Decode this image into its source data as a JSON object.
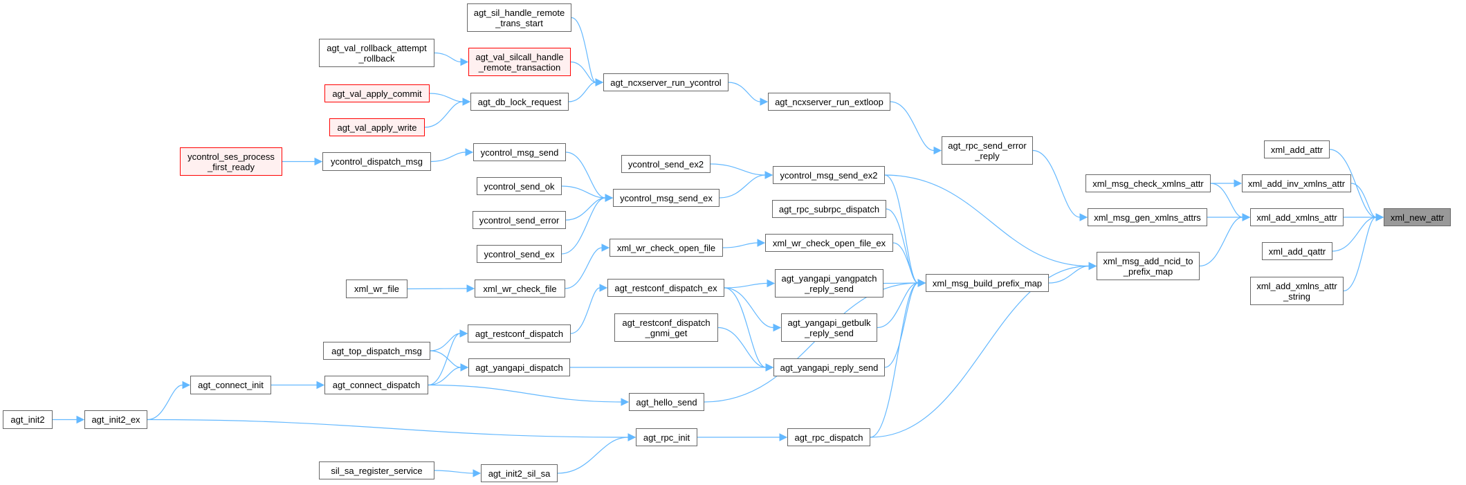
{
  "graph": {
    "type": "caller-graph",
    "focus_node": "xml_new_attr",
    "colors": {
      "edge": "#63b8ff",
      "node_border": "#666666",
      "node_fill": "#ffffff",
      "incomplete_border": "#ff0000",
      "incomplete_fill": "#fff0f0",
      "focus_fill": "#999999"
    },
    "nodes": {
      "agt_init2": {
        "label": "agt_init2",
        "style": "normal"
      },
      "agt_init2_ex": {
        "label": "agt_init2_ex",
        "style": "normal"
      },
      "agt_connect_init": {
        "label": "agt_connect_init",
        "style": "normal"
      },
      "ycontrol_ses_process_first_ready": {
        "label": "ycontrol_ses_process\n_first_ready",
        "style": "red"
      },
      "agt_val_rollback_attempt_rollback": {
        "label": "agt_val_rollback_attempt\n_rollback",
        "style": "normal"
      },
      "agt_val_apply_commit": {
        "label": "agt_val_apply_commit",
        "style": "red"
      },
      "agt_val_apply_write": {
        "label": "agt_val_apply_write",
        "style": "red"
      },
      "ycontrol_dispatch_msg": {
        "label": "ycontrol_dispatch_msg",
        "style": "normal"
      },
      "xml_wr_file": {
        "label": "xml_wr_file",
        "style": "normal"
      },
      "agt_top_dispatch_msg": {
        "label": "agt_top_dispatch_msg",
        "style": "normal"
      },
      "agt_connect_dispatch": {
        "label": "agt_connect_dispatch",
        "style": "normal"
      },
      "sil_sa_register_service": {
        "label": "sil_sa_register_service",
        "style": "normal"
      },
      "agt_sil_handle_remote_trans_start": {
        "label": "agt_sil_handle_remote\n_trans_start",
        "style": "normal"
      },
      "agt_val_silcall_handle_remote_transaction": {
        "label": "agt_val_silcall_handle\n_remote_transaction",
        "style": "red"
      },
      "agt_db_lock_request": {
        "label": "agt_db_lock_request",
        "style": "normal"
      },
      "ycontrol_msg_send": {
        "label": "ycontrol_msg_send",
        "style": "normal"
      },
      "ycontrol_send_ok": {
        "label": "ycontrol_send_ok",
        "style": "normal"
      },
      "ycontrol_send_error": {
        "label": "ycontrol_send_error",
        "style": "normal"
      },
      "ycontrol_send_ex": {
        "label": "ycontrol_send_ex",
        "style": "normal"
      },
      "xml_wr_check_file": {
        "label": "xml_wr_check_file",
        "style": "normal"
      },
      "agt_restconf_dispatch": {
        "label": "agt_restconf_dispatch",
        "style": "normal"
      },
      "agt_yangapi_dispatch": {
        "label": "agt_yangapi_dispatch",
        "style": "normal"
      },
      "agt_init2_sil_sa": {
        "label": "agt_init2_sil_sa",
        "style": "normal"
      },
      "agt_ncxserver_run_ycontrol": {
        "label": "agt_ncxserver_run_ycontrol",
        "style": "normal"
      },
      "ycontrol_msg_send_ex": {
        "label": "ycontrol_msg_send_ex",
        "style": "normal"
      },
      "ycontrol_send_ex2": {
        "label": "ycontrol_send_ex2",
        "style": "normal"
      },
      "xml_wr_check_open_file": {
        "label": "xml_wr_check_open_file",
        "style": "normal"
      },
      "agt_restconf_dispatch_ex": {
        "label": "agt_restconf_dispatch_ex",
        "style": "normal"
      },
      "agt_restconf_dispatch_gnmi_get": {
        "label": "agt_restconf_dispatch\n_gnmi_get",
        "style": "normal"
      },
      "agt_hello_send": {
        "label": "agt_hello_send",
        "style": "normal"
      },
      "agt_rpc_init": {
        "label": "agt_rpc_init",
        "style": "normal"
      },
      "agt_ncxserver_run_extloop": {
        "label": "agt_ncxserver_run_extloop",
        "style": "normal"
      },
      "ycontrol_msg_send_ex2": {
        "label": "ycontrol_msg_send_ex2",
        "style": "normal"
      },
      "agt_rpc_subrpc_dispatch": {
        "label": "agt_rpc_subrpc_dispatch",
        "style": "normal"
      },
      "xml_wr_check_open_file_ex": {
        "label": "xml_wr_check_open_file_ex",
        "style": "normal"
      },
      "agt_yangapi_yangpatch_reply_send": {
        "label": "agt_yangapi_yangpatch\n_reply_send",
        "style": "normal"
      },
      "agt_yangapi_getbulk_reply_send": {
        "label": "agt_yangapi_getbulk\n_reply_send",
        "style": "normal"
      },
      "agt_yangapi_reply_send": {
        "label": "agt_yangapi_reply_send",
        "style": "normal"
      },
      "agt_rpc_dispatch": {
        "label": "agt_rpc_dispatch",
        "style": "normal"
      },
      "agt_rpc_send_error_reply": {
        "label": "agt_rpc_send_error\n_reply",
        "style": "normal"
      },
      "xml_msg_build_prefix_map": {
        "label": "xml_msg_build_prefix_map",
        "style": "normal"
      },
      "xml_msg_check_xmlns_attr": {
        "label": "xml_msg_check_xmlns_attr",
        "style": "normal"
      },
      "xml_msg_gen_xmlns_attrs": {
        "label": "xml_msg_gen_xmlns_attrs",
        "style": "normal"
      },
      "xml_msg_add_ncid_to_prefix_map": {
        "label": "xml_msg_add_ncid_to\n_prefix_map",
        "style": "normal"
      },
      "xml_add_attr": {
        "label": "xml_add_attr",
        "style": "normal"
      },
      "xml_add_inv_xmlns_attr": {
        "label": "xml_add_inv_xmlns_attr",
        "style": "normal"
      },
      "xml_add_xmlns_attr": {
        "label": "xml_add_xmlns_attr",
        "style": "normal"
      },
      "xml_add_qattr": {
        "label": "xml_add_qattr",
        "style": "normal"
      },
      "xml_add_xmlns_attr_string": {
        "label": "xml_add_xmlns_attr\n_string",
        "style": "normal"
      },
      "xml_new_attr": {
        "label": "xml_new_attr",
        "style": "focus"
      }
    },
    "edges": [
      [
        "agt_init2",
        "agt_init2_ex"
      ],
      [
        "agt_init2_ex",
        "agt_connect_init"
      ],
      [
        "agt_init2_ex",
        "agt_rpc_init"
      ],
      [
        "agt_connect_init",
        "agt_connect_dispatch"
      ],
      [
        "ycontrol_ses_process_first_ready",
        "ycontrol_dispatch_msg"
      ],
      [
        "agt_val_rollback_attempt_rollback",
        "agt_val_silcall_handle_remote_transaction"
      ],
      [
        "agt_val_apply_commit",
        "agt_db_lock_request"
      ],
      [
        "agt_val_apply_write",
        "agt_db_lock_request"
      ],
      [
        "ycontrol_dispatch_msg",
        "ycontrol_msg_send"
      ],
      [
        "xml_wr_file",
        "xml_wr_check_file"
      ],
      [
        "agt_top_dispatch_msg",
        "agt_restconf_dispatch"
      ],
      [
        "agt_top_dispatch_msg",
        "agt_yangapi_dispatch"
      ],
      [
        "agt_connect_dispatch",
        "agt_restconf_dispatch"
      ],
      [
        "agt_connect_dispatch",
        "agt_yangapi_dispatch"
      ],
      [
        "agt_connect_dispatch",
        "agt_hello_send"
      ],
      [
        "sil_sa_register_service",
        "agt_init2_sil_sa"
      ],
      [
        "agt_sil_handle_remote_trans_start",
        "agt_ncxserver_run_ycontrol"
      ],
      [
        "agt_val_silcall_handle_remote_transaction",
        "agt_ncxserver_run_ycontrol"
      ],
      [
        "agt_db_lock_request",
        "agt_ncxserver_run_ycontrol"
      ],
      [
        "ycontrol_msg_send",
        "ycontrol_msg_send_ex"
      ],
      [
        "ycontrol_send_ok",
        "ycontrol_msg_send_ex"
      ],
      [
        "ycontrol_send_error",
        "ycontrol_msg_send_ex"
      ],
      [
        "ycontrol_send_ex",
        "ycontrol_msg_send_ex"
      ],
      [
        "xml_wr_check_file",
        "xml_wr_check_open_file"
      ],
      [
        "agt_restconf_dispatch",
        "agt_restconf_dispatch_ex"
      ],
      [
        "agt_yangapi_dispatch",
        "agt_yangapi_reply_send"
      ],
      [
        "agt_init2_sil_sa",
        "agt_rpc_init"
      ],
      [
        "agt_ncxserver_run_ycontrol",
        "agt_ncxserver_run_extloop"
      ],
      [
        "ycontrol_msg_send_ex",
        "ycontrol_msg_send_ex2"
      ],
      [
        "ycontrol_send_ex2",
        "ycontrol_msg_send_ex2"
      ],
      [
        "xml_wr_check_open_file",
        "xml_wr_check_open_file_ex"
      ],
      [
        "agt_restconf_dispatch_ex",
        "agt_yangapi_yangpatch_reply_send"
      ],
      [
        "agt_restconf_dispatch_ex",
        "agt_yangapi_getbulk_reply_send"
      ],
      [
        "agt_restconf_dispatch_ex",
        "agt_yangapi_reply_send"
      ],
      [
        "agt_restconf_dispatch_gnmi_get",
        "agt_yangapi_reply_send"
      ],
      [
        "agt_hello_send",
        "xml_msg_build_prefix_map"
      ],
      [
        "agt_rpc_init",
        "agt_rpc_dispatch"
      ],
      [
        "agt_ncxserver_run_extloop",
        "agt_rpc_send_error_reply"
      ],
      [
        "ycontrol_msg_send_ex2",
        "xml_msg_build_prefix_map"
      ],
      [
        "ycontrol_msg_send_ex2",
        "xml_msg_add_ncid_to_prefix_map"
      ],
      [
        "agt_rpc_subrpc_dispatch",
        "xml_msg_build_prefix_map"
      ],
      [
        "xml_wr_check_open_file_ex",
        "xml_msg_build_prefix_map"
      ],
      [
        "agt_yangapi_yangpatch_reply_send",
        "xml_msg_build_prefix_map"
      ],
      [
        "agt_yangapi_getbulk_reply_send",
        "xml_msg_build_prefix_map"
      ],
      [
        "agt_yangapi_reply_send",
        "xml_msg_build_prefix_map"
      ],
      [
        "agt_rpc_dispatch",
        "xml_msg_build_prefix_map"
      ],
      [
        "agt_rpc_dispatch",
        "xml_msg_add_ncid_to_prefix_map"
      ],
      [
        "agt_rpc_send_error_reply",
        "xml_msg_gen_xmlns_attrs"
      ],
      [
        "xml_msg_build_prefix_map",
        "xml_msg_add_ncid_to_prefix_map"
      ],
      [
        "xml_msg_check_xmlns_attr",
        "xml_add_inv_xmlns_attr"
      ],
      [
        "xml_msg_check_xmlns_attr",
        "xml_add_xmlns_attr"
      ],
      [
        "xml_msg_gen_xmlns_attrs",
        "xml_add_xmlns_attr"
      ],
      [
        "xml_msg_add_ncid_to_prefix_map",
        "xml_add_xmlns_attr"
      ],
      [
        "xml_add_attr",
        "xml_new_attr"
      ],
      [
        "xml_add_inv_xmlns_attr",
        "xml_new_attr"
      ],
      [
        "xml_add_xmlns_attr",
        "xml_new_attr"
      ],
      [
        "xml_add_qattr",
        "xml_new_attr"
      ],
      [
        "xml_add_xmlns_attr_string",
        "xml_new_attr"
      ]
    ]
  }
}
